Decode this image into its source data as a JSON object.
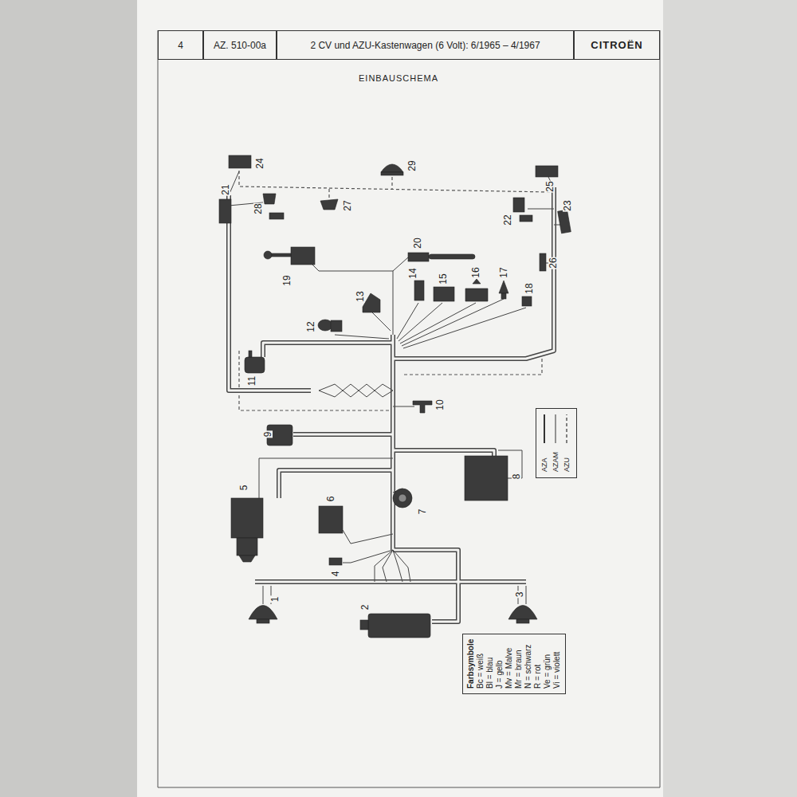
{
  "diagram": {
    "title": "EINBAUSCHEMA",
    "nodes": [
      {
        "text": [
          "4"
        ]
      },
      {
        "text": [
          "AZ. 510-00a"
        ]
      },
      {
        "text": [
          "2 CV und AZU-Kastenwagen (6 Volt): 6/1965 – 4/1967"
        ]
      },
      {
        "text": [
          "CITROËN"
        ]
      },
      {
        "text": [
          "Farbsymbole",
          "Bc = weiß",
          "Bl = blau",
          "J = gelb",
          "Mv = Malve",
          "Mr = braun",
          "N = schwarz",
          "R = rot",
          "Ve = grün",
          "Vi = violett"
        ]
      }
    ],
    "labels": [
      "1",
      "2",
      "3",
      "4",
      "5",
      "6",
      "7",
      "8",
      "9",
      "10",
      "11",
      "12",
      "13",
      "14",
      "15",
      "16",
      "17",
      "18",
      "19",
      "20",
      "21",
      "22",
      "23",
      "24",
      "25",
      "26",
      "27",
      "28",
      "29"
    ],
    "legend": [
      {
        "text": "AZA"
      },
      {
        "text": "AZAM"
      },
      {
        "text": "AZU"
      }
    ]
  }
}
